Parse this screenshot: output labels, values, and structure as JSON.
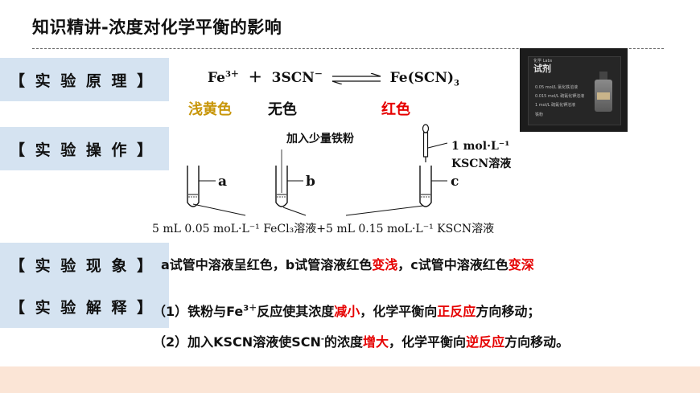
{
  "title": "知识精讲-浓度对化学平衡的影响",
  "sections": {
    "principle": "【 实 验 原 理 】",
    "operation": "【 实 验 操 作 】",
    "phenomenon": "【 实 验 现 象 】",
    "explanation": "【 实 验 解 释 】"
  },
  "equation": {
    "fe": "Fe",
    "fe_charge": "3＋",
    "plus": "＋",
    "scn": "3SCN",
    "scn_charge": "－",
    "product": "Fe(SCN)",
    "product_sub": "3"
  },
  "colors_row": {
    "light_yellow": "浅黄色",
    "colorless": "无色",
    "red": "红色"
  },
  "photo": {
    "title": "试剂",
    "header": "化学 Labs",
    "lines": [
      "0.05 mol/L 氯化铁溶液",
      "0.015 mol/L 硫氰化钾溶液",
      "1 mol/L 硫氰化钾溶液",
      "铁粉"
    ]
  },
  "apparatus": {
    "iron_powder": "加入少量铁粉",
    "dropper_conc": "1 mol·L⁻¹",
    "dropper_solution": "KSCN溶液",
    "tube_a": "a",
    "tube_b": "b",
    "tube_c": "c",
    "bottom_caption": "5 mL 0.05 moL·L⁻¹ FeCl₃溶液+5 mL 0.15 moL·L⁻¹ KSCN溶液"
  },
  "phenomenon": {
    "p1": "a试管中溶液呈红色，b试管溶液红色",
    "p2": "变浅",
    "p3": "，c试管中溶液红色",
    "p4": "变深"
  },
  "explanation": {
    "line1": {
      "a": "（1）铁粉与Fe",
      "sup": "3＋",
      "b": "反应使其浓度",
      "c": "减小",
      "d": "，化学平衡向",
      "e": "正反应",
      "f": "方向移动；"
    },
    "line2": {
      "a": "（2）加入KSCN溶液使SCN",
      "sup": "-",
      "b": "的浓度",
      "c": "增大",
      "d": "，化学平衡向",
      "e": "逆反应",
      "f": "方向移动。"
    }
  },
  "theme": {
    "label_bg": "#d5e3f1",
    "accent_red": "#e60000",
    "accent_yellow": "#c8960a",
    "bottom_band": "#fbe5d6"
  }
}
